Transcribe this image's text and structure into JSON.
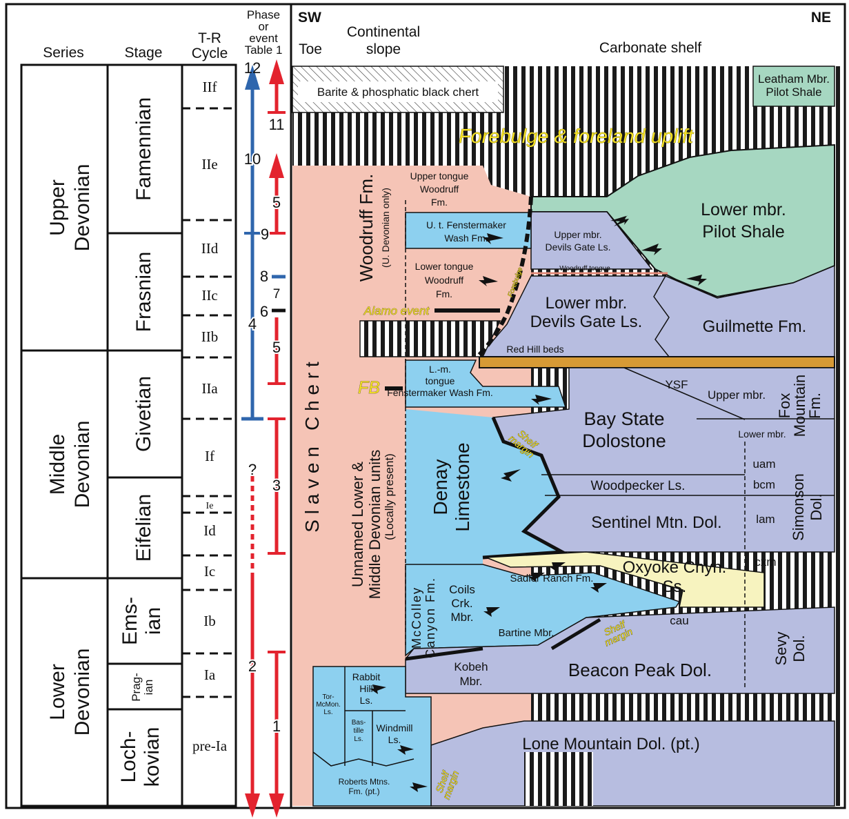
{
  "header": {
    "series": "Series",
    "stage": "Stage",
    "tr_cycle": "T-R\nCycle",
    "phase": "Phase\nor\nevent\nTable 1",
    "sw": "SW",
    "ne": "NE",
    "toe": "Toe",
    "slope": "Continental\nslope",
    "shelf": "Carbonate shelf"
  },
  "series": [
    "Upper\nDevonian",
    "Middle\nDevonian",
    "Lower\nDevonian"
  ],
  "stages": [
    "Famennian",
    "Frasnian",
    "Givetian",
    "Eifelian",
    "Ems-\nian",
    "Prag-\nian",
    "Loch-\nkovian"
  ],
  "tr_cycles": [
    "IIf",
    "IIe",
    "IId",
    "IIc",
    "IIb",
    "IIa",
    "If",
    "Ie",
    "Id",
    "Ic",
    "Ib",
    "Ia",
    "pre-Ia"
  ],
  "phases": {
    "blue": [
      "12",
      "10",
      "9",
      "4"
    ],
    "red": [
      "11",
      "5",
      "8",
      "7",
      "6",
      "5",
      "3",
      "2",
      "1"
    ],
    "question": "?"
  },
  "units": {
    "barite": "Barite & phosphatic black chert",
    "leatham": "Leatham Mbr.\nPilot Shale",
    "forebulge_uplift": "Forebulge & foreland uplift",
    "upper_woodruff": "Upper tongue\nWoodruff\nFm.",
    "woodruff": "Woodruff Fm.",
    "woodruff_sub": "(U. Devonian only)",
    "ut_fenstermaker": "U. t. Fenstermaker\nWash Fm.",
    "lower_woodruff": "Lower tongue\nWoodruff\nFm.",
    "forebulge": "Forebulge",
    "alamo": "Alamo event",
    "upper_devils_gate": "Upper mbr.\nDevils Gate Ls.",
    "woodruff_tongue": "Woodruff tongue",
    "lower_pilot": "Lower mbr.\nPilot Shale",
    "lower_devils_gate": "Lower mbr.\nDevils Gate Ls.",
    "guilmette": "Guilmette Fm.",
    "red_hill": "Red Hill beds",
    "fb": "FB",
    "lm_fenstermaker": "L.-m.\ntongue\nFenstermaker Wash Fm.",
    "ysf": "YSF",
    "fox_upper": "Upper mbr.",
    "fox_lower": "Lower mbr.",
    "fox_mountain": "Fox\nMountain\nFm.",
    "slaven": "S l a v e n   C h e r t",
    "unnamed": "Unnamed Lower &\nMiddle Devonian units",
    "unnamed_sub": "(Locally present)",
    "bay_state": "Bay State\nDolostone",
    "denay": "Denay\nLimestone",
    "shelf_margin": "Shelf\nmargin",
    "woodpecker": "Woodpecker Ls.",
    "sentinel": "Sentinel Mtn. Dol.",
    "uam": "uam",
    "bcm": "bcm",
    "lam": "lam",
    "cxm": "cxm",
    "cau": "cau",
    "simonson": "Simonson\nDol.",
    "oxyoke": "Oxyoke Cnyn.\nSs.",
    "sadler": "Sadler Ranch Fm.",
    "mccolley": "McColley\nCanyon Fm.",
    "coils": "Coils\nCrk.\nMbr.",
    "bartine": "Bartine Mbr.",
    "kobeh": "Kobeh\nMbr.",
    "beacon": "Beacon Peak Dol.",
    "sevy": "Sevy\nDol.",
    "rabbit_hill": "Rabbit\nHill\nLs.",
    "tor_mcmon": "Tor-\nMcMon.\nLs.",
    "bastille": "Bas-\ntille\nLs.",
    "windmill": "Windmill\nLs.",
    "lone_mountain": "Lone Mountain Dol. (pt.)",
    "roberts": "Roberts Mtns.\nFm. (pt.)"
  },
  "colors": {
    "slaven": "#f5c4b6",
    "blue_unit": "#8dd0ef",
    "lavender": "#b7bde0",
    "green": "#a6d7c1",
    "yellow": "#f7f3bf",
    "orange_bed": "#d79a35",
    "red_arrow": "#e3232e",
    "blue_arrow": "#2f66ad",
    "forebulge_text": "#f4e025"
  }
}
